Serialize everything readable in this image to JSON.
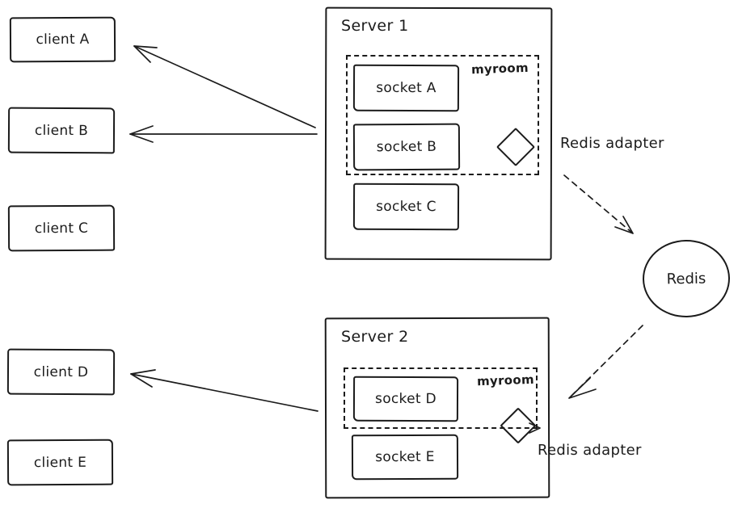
{
  "diagram": {
    "background": "#ffffff",
    "stroke_color": "#1b1b1b",
    "clients": [
      {
        "label": "client A"
      },
      {
        "label": "client B"
      },
      {
        "label": "client C"
      },
      {
        "label": "client D"
      },
      {
        "label": "client E"
      }
    ],
    "servers": [
      {
        "title": "Server 1",
        "room": {
          "label": "myroom",
          "sockets": [
            {
              "label": "socket A"
            },
            {
              "label": "socket B"
            }
          ]
        },
        "outside_sockets": [
          {
            "label": "socket C"
          }
        ]
      },
      {
        "title": "Server 2",
        "room": {
          "label": "myroom",
          "sockets": [
            {
              "label": "socket D"
            }
          ]
        },
        "outside_sockets": [
          {
            "label": "socket E"
          }
        ]
      }
    ],
    "redis": {
      "label": "Redis"
    },
    "adapter_labels": [
      {
        "text": "Redis adapter"
      },
      {
        "text": "Redis adapter"
      }
    ]
  }
}
